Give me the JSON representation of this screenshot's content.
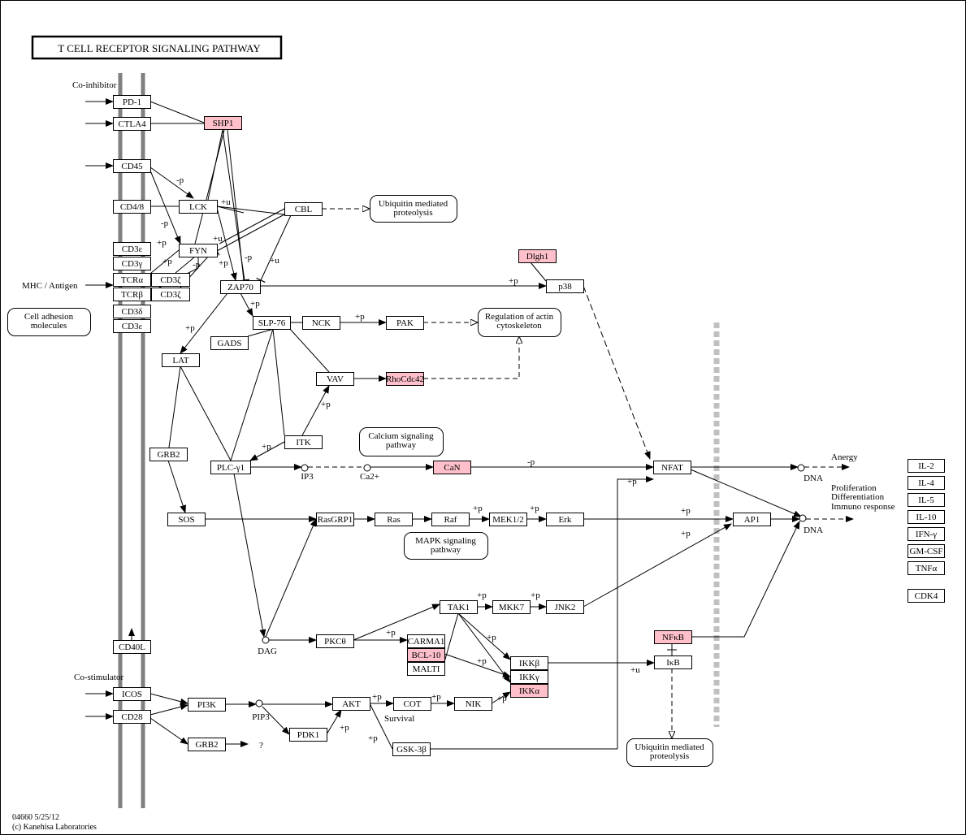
{
  "title": "T  CELL  RECEPTOR  SIGNALING PATHWAY",
  "footer": {
    "line1": "04660 5/25/12",
    "line2": "(c) Kanehisa Laboratories"
  },
  "colors": {
    "highlight": "#ffc0cb",
    "membrane": "#808080",
    "nuclear_membrane": "#c0c0c0"
  },
  "nodes": [
    {
      "id": "pd1",
      "label": "PD-1"
    },
    {
      "id": "ctla4",
      "label": "CTLA4"
    },
    {
      "id": "shp1",
      "label": "SHP1",
      "hl": true
    },
    {
      "id": "cd45",
      "label": "CD45"
    },
    {
      "id": "cd48",
      "label": "CD4/8"
    },
    {
      "id": "lck",
      "label": "LCK"
    },
    {
      "id": "cbl",
      "label": "CBL"
    },
    {
      "id": "cd3e1",
      "label": "CD3ε"
    },
    {
      "id": "cd3g",
      "label": "CD3γ"
    },
    {
      "id": "fyn",
      "label": "FYN"
    },
    {
      "id": "cd3z1",
      "label": "CD3ζ"
    },
    {
      "id": "tcra",
      "label": "TCRα"
    },
    {
      "id": "tcrb",
      "label": "TCRβ"
    },
    {
      "id": "cd3z2",
      "label": "CD3ζ"
    },
    {
      "id": "zap70",
      "label": "ZAP70"
    },
    {
      "id": "dlgh1",
      "label": "Dlgh1",
      "hl": true
    },
    {
      "id": "p38",
      "label": "p38"
    },
    {
      "id": "cd3d",
      "label": "CD3δ"
    },
    {
      "id": "cd3e2",
      "label": "CD3ε"
    },
    {
      "id": "slp76",
      "label": "SLP-76"
    },
    {
      "id": "nck",
      "label": "NCK"
    },
    {
      "id": "pak",
      "label": "PAK"
    },
    {
      "id": "gads",
      "label": "GADS"
    },
    {
      "id": "lat",
      "label": "LAT"
    },
    {
      "id": "vav",
      "label": "VAV"
    },
    {
      "id": "rhocdc42",
      "label": "RhoCdc42",
      "hl": true
    },
    {
      "id": "itk",
      "label": "ITK"
    },
    {
      "id": "grb2a",
      "label": "GRB2"
    },
    {
      "id": "plcg1",
      "label": "PLC-γ1"
    },
    {
      "id": "can",
      "label": "CaN",
      "hl": true
    },
    {
      "id": "nfat",
      "label": "NFAT"
    },
    {
      "id": "sos",
      "label": "SOS"
    },
    {
      "id": "rasgrp1",
      "label": "RasGRP1"
    },
    {
      "id": "ras",
      "label": "Ras"
    },
    {
      "id": "raf",
      "label": "Raf"
    },
    {
      "id": "mek12",
      "label": "MEK1/2"
    },
    {
      "id": "erk",
      "label": "Erk"
    },
    {
      "id": "ap1",
      "label": "AP1"
    },
    {
      "id": "tak1",
      "label": "TAK1"
    },
    {
      "id": "mkk7",
      "label": "MKK7"
    },
    {
      "id": "jnk2",
      "label": "JNK2"
    },
    {
      "id": "pkct",
      "label": "PKCθ"
    },
    {
      "id": "carma1",
      "label": "CARMA1"
    },
    {
      "id": "bcl10",
      "label": "BCL-10",
      "hl": true
    },
    {
      "id": "malt1",
      "label": "MALTI"
    },
    {
      "id": "ikkb",
      "label": "IKKβ"
    },
    {
      "id": "ikkg",
      "label": "IKKγ"
    },
    {
      "id": "ikka",
      "label": "IKKα",
      "hl": true
    },
    {
      "id": "nfkb",
      "label": "NFκB",
      "hl": true
    },
    {
      "id": "ikb",
      "label": "IκB"
    },
    {
      "id": "cd40l",
      "label": "CD40L"
    },
    {
      "id": "icos",
      "label": "ICOS"
    },
    {
      "id": "cd28",
      "label": "CD28"
    },
    {
      "id": "pi3k",
      "label": "PI3K"
    },
    {
      "id": "akt",
      "label": "AKT"
    },
    {
      "id": "cot",
      "label": "COT"
    },
    {
      "id": "nik",
      "label": "NIK"
    },
    {
      "id": "pdk1",
      "label": "PDK1"
    },
    {
      "id": "grb2b",
      "label": "GRB2"
    },
    {
      "id": "gsk3b",
      "label": "GSK-3β"
    },
    {
      "id": "il2",
      "label": "IL-2"
    },
    {
      "id": "il4",
      "label": "IL-4"
    },
    {
      "id": "il5",
      "label": "IL-5"
    },
    {
      "id": "il10",
      "label": "IL-10"
    },
    {
      "id": "ifng",
      "label": "IFN-γ"
    },
    {
      "id": "gmcsf",
      "label": "GM-CSF"
    },
    {
      "id": "tnfa",
      "label": "TNFα"
    },
    {
      "id": "cdk4",
      "label": "CDK4"
    }
  ],
  "compounds": [
    {
      "id": "ip3",
      "label": "IP3"
    },
    {
      "id": "ca",
      "label": "Ca2+"
    },
    {
      "id": "dag",
      "label": "DAG"
    },
    {
      "id": "pip3",
      "label": "PIP3"
    },
    {
      "id": "dna1",
      "label": "DNA"
    },
    {
      "id": "dna2",
      "label": "DNA"
    }
  ],
  "maps": [
    {
      "id": "ubi1",
      "lines": [
        "Ubiquitin mediated",
        "proteolysis"
      ]
    },
    {
      "id": "actin",
      "lines": [
        "Regulation of actin",
        "cytoskeleton"
      ]
    },
    {
      "id": "calcium",
      "lines": [
        "Calcium signaling",
        "pathway"
      ]
    },
    {
      "id": "mapk",
      "lines": [
        "MAPK signaling",
        "pathway"
      ]
    },
    {
      "id": "ubi2",
      "lines": [
        "Ubiquitin mediated",
        "proteolysis"
      ]
    },
    {
      "id": "celladh",
      "lines": [
        "Cell adhesion",
        "molecules"
      ]
    }
  ],
  "labels": [
    {
      "id": "coinhibitor",
      "text": "Co-inhibitor"
    },
    {
      "id": "mhc",
      "text": "MHC / Antigen"
    },
    {
      "id": "costimulator",
      "text": "Co-stimulator"
    },
    {
      "id": "anergy",
      "text": "Anergy"
    },
    {
      "id": "prolif",
      "text": "Proliferation"
    },
    {
      "id": "diff",
      "text": "Differentiation"
    },
    {
      "id": "immuno",
      "text": "Immuno response"
    },
    {
      "id": "survival",
      "text": "Survival"
    },
    {
      "id": "q",
      "text": "?"
    }
  ],
  "edge_labels": [
    {
      "id": "e1",
      "text": "-p"
    },
    {
      "id": "e2",
      "text": "-p"
    },
    {
      "id": "e3",
      "text": "+u"
    },
    {
      "id": "e4",
      "text": "+u"
    },
    {
      "id": "e5",
      "text": "+p"
    },
    {
      "id": "e6",
      "text": "+p"
    },
    {
      "id": "e7",
      "text": "-p"
    },
    {
      "id": "e8",
      "text": "+p"
    },
    {
      "id": "e9",
      "text": "-p"
    },
    {
      "id": "e10",
      "text": "+u"
    },
    {
      "id": "e11",
      "text": "+p"
    },
    {
      "id": "e12",
      "text": "+p"
    },
    {
      "id": "e13",
      "text": "+p"
    },
    {
      "id": "e14",
      "text": "+p"
    },
    {
      "id": "e15",
      "text": "+p"
    },
    {
      "id": "e16",
      "text": "+p"
    },
    {
      "id": "e17",
      "text": "-p"
    },
    {
      "id": "e18",
      "text": "+p"
    },
    {
      "id": "e19",
      "text": "+p"
    },
    {
      "id": "e20",
      "text": "+p"
    },
    {
      "id": "e21",
      "text": "+p"
    },
    {
      "id": "e22",
      "text": "+p"
    },
    {
      "id": "e23",
      "text": "+p"
    },
    {
      "id": "e24",
      "text": "+p"
    },
    {
      "id": "e25",
      "text": "+p"
    },
    {
      "id": "e26",
      "text": "+p"
    },
    {
      "id": "e27",
      "text": "+p"
    },
    {
      "id": "e28",
      "text": "+u"
    },
    {
      "id": "e29",
      "text": "+p"
    },
    {
      "id": "e30",
      "text": "+p"
    },
    {
      "id": "e31",
      "text": "+p"
    },
    {
      "id": "e32",
      "text": "+p"
    },
    {
      "id": "e33",
      "text": "+p"
    },
    {
      "id": "e34",
      "text": "+p"
    },
    {
      "id": "e35",
      "text": "+p"
    }
  ]
}
